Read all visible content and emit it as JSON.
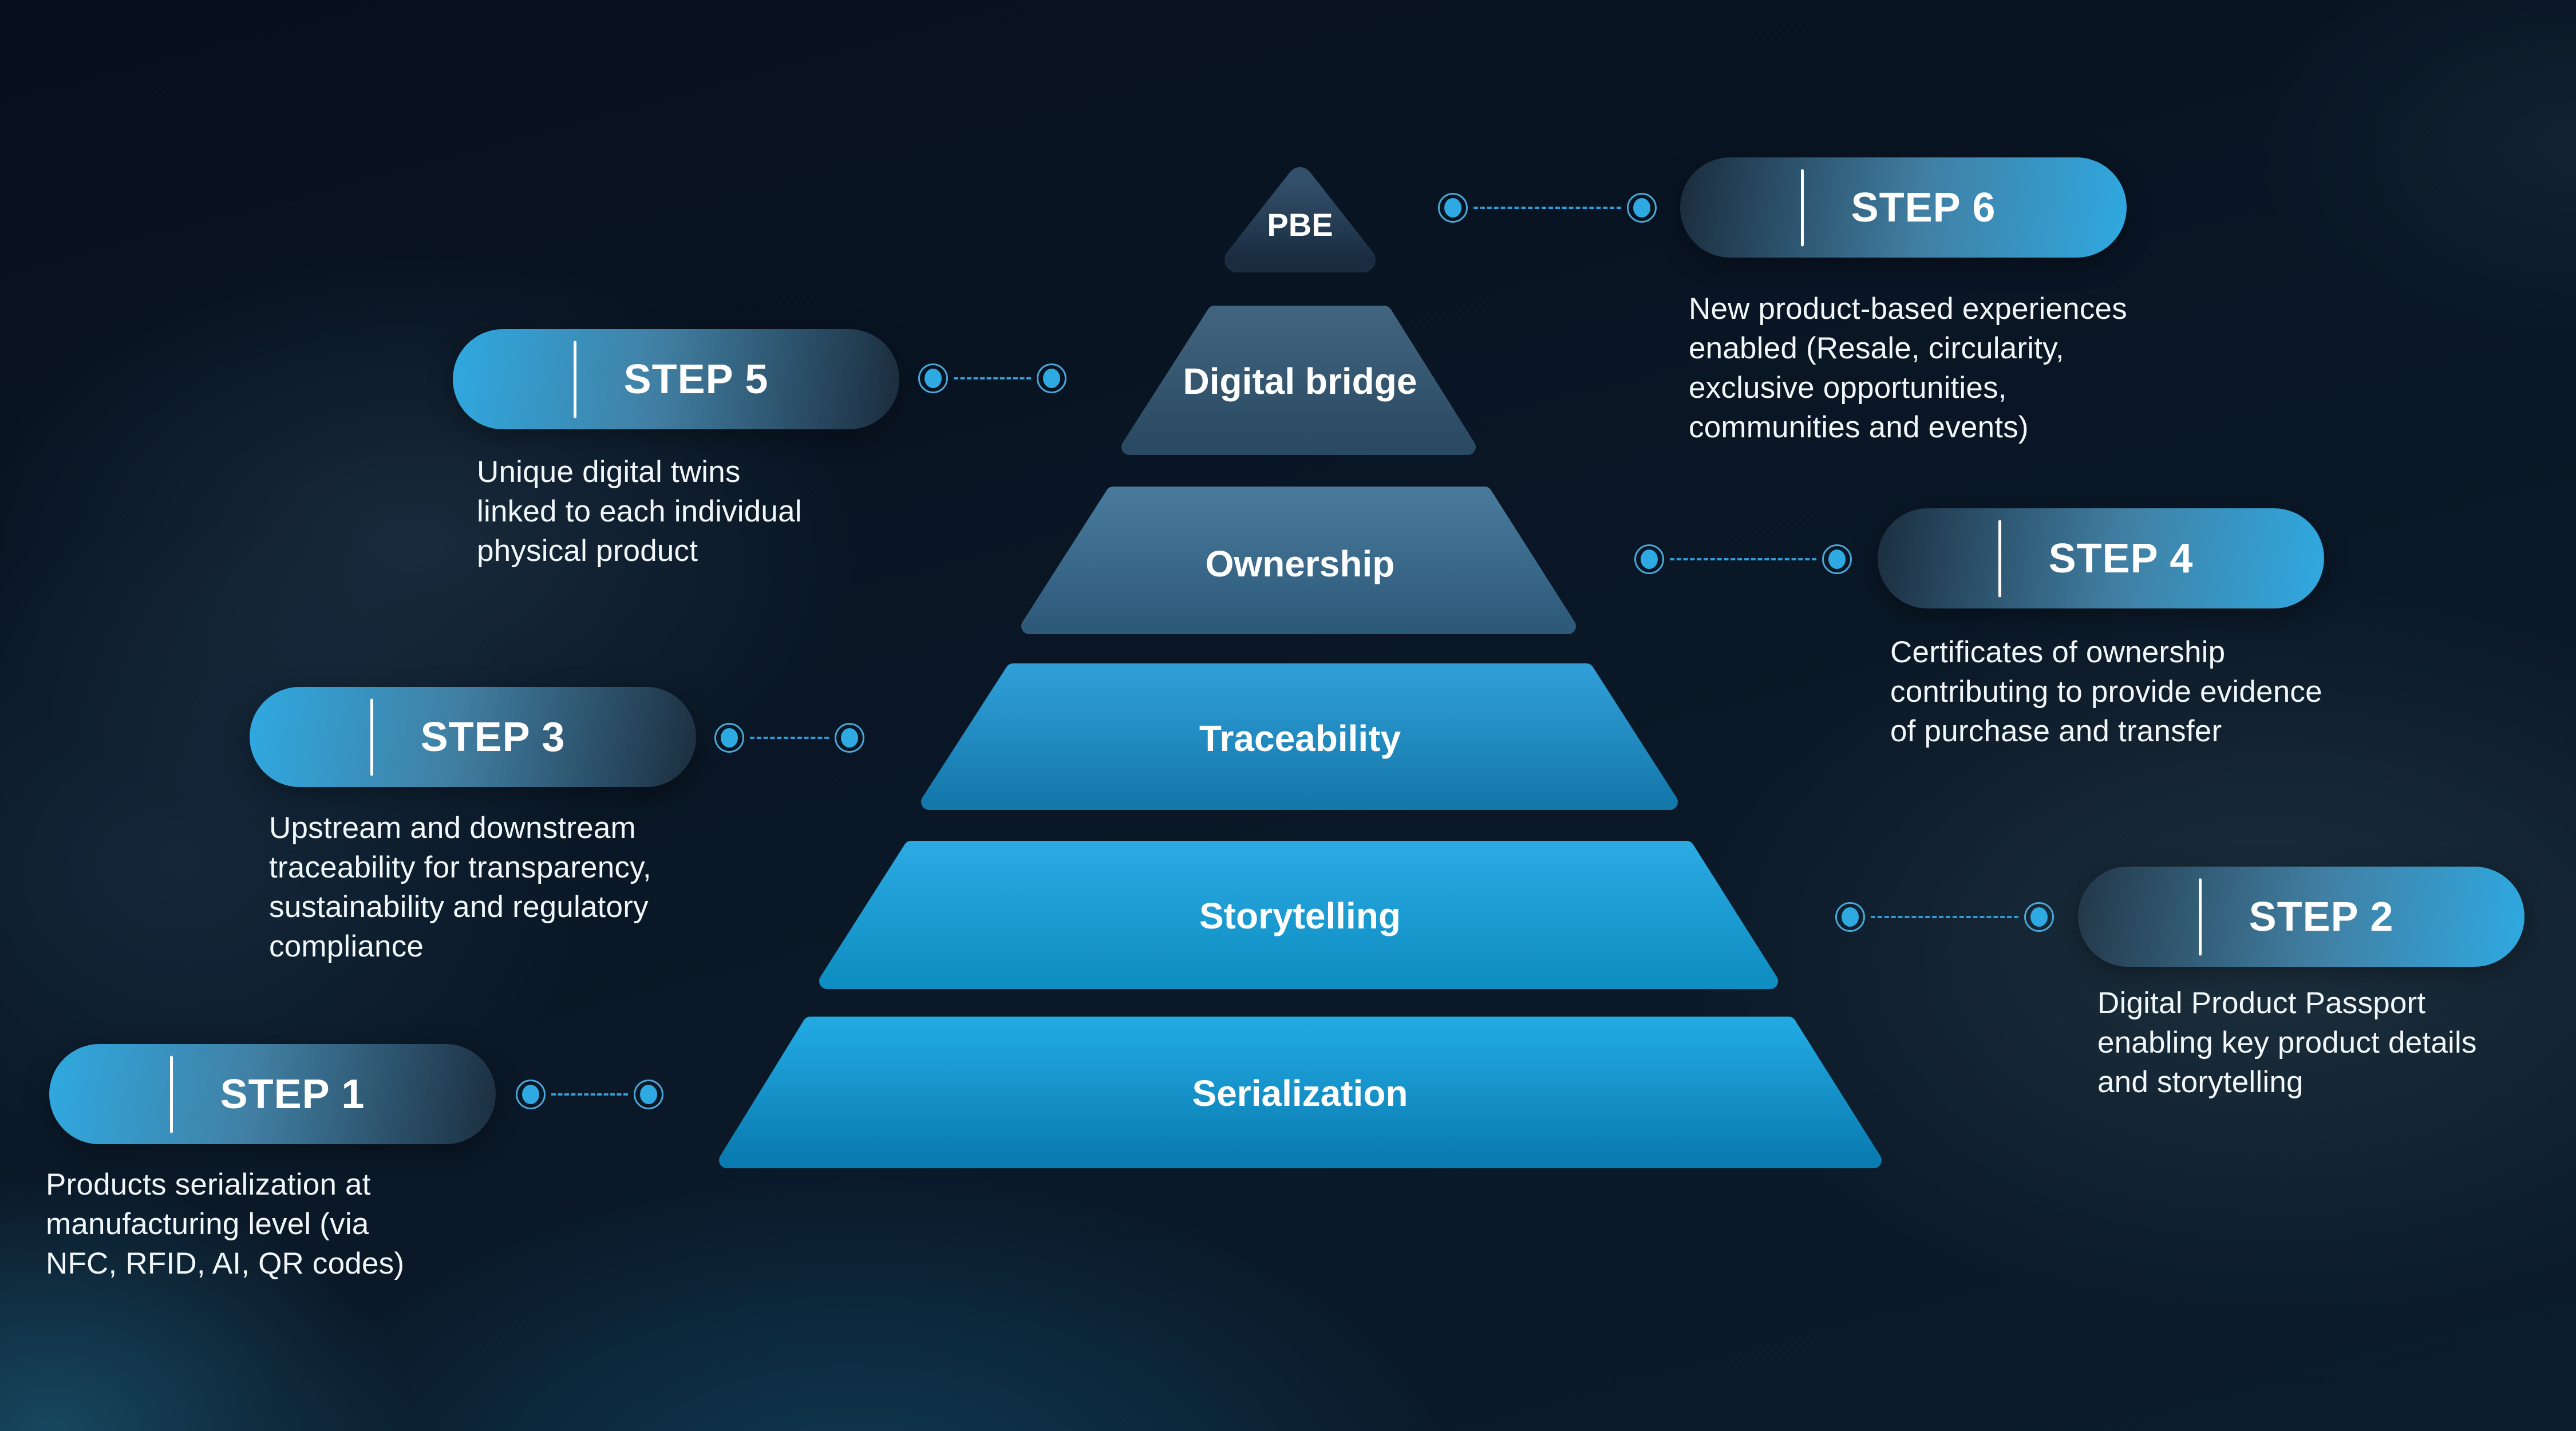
{
  "pyramid": {
    "tiers": [
      {
        "label": "PBE"
      },
      {
        "label": "Digital bridge"
      },
      {
        "label": "Ownership"
      },
      {
        "label": "Traceability"
      },
      {
        "label": "Storytelling"
      },
      {
        "label": "Serialization"
      }
    ]
  },
  "steps": [
    {
      "label": "STEP 1",
      "description": "Products serialization at\nmanufacturing level (via\nNFC, RFID, AI, QR codes)"
    },
    {
      "label": "STEP 2",
      "description": "Digital Product Passport\nenabling key product details\nand storytelling"
    },
    {
      "label": "STEP 3",
      "description": "Upstream and downstream\ntraceability for transparency,\nsustainability and regulatory\ncompliance"
    },
    {
      "label": "STEP 4",
      "description": "Certificates of ownership\ncontributing to provide evidence\nof purchase and transfer"
    },
    {
      "label": "STEP 5",
      "description": "Unique digital twins\nlinked to each individual\nphysical product"
    },
    {
      "label": "STEP 6",
      "description": "New product-based experiences\nenabled (Resale, circularity,\nexclusive opportunities,\ncommunities and events)"
    }
  ],
  "colors": {
    "accent_blue": "#2fa9e1",
    "dot_fill": "#2fa9e2",
    "dot_ring": "#4aa8d8",
    "dash_line": "#2f9cd8",
    "background": "#0a1726",
    "tier_top_dark": "#33506a",
    "tier_bottom_bright": "#097bb0"
  }
}
